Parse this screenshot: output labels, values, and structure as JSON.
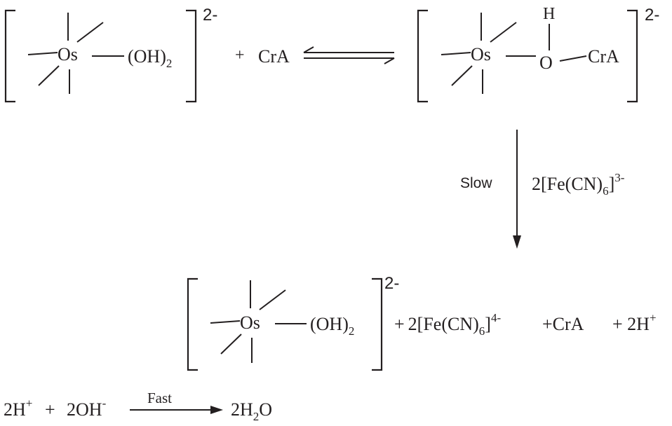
{
  "complex_1": {
    "metal": "Os",
    "ligand": "(OH)",
    "ligand_sub": "2",
    "charge": "2-"
  },
  "reaction_1": {
    "plus": "+",
    "reagent": "CrA"
  },
  "complex_2": {
    "metal": "Os",
    "h_atom": "H",
    "o_atom": "O",
    "group": "CrA",
    "charge": "2-"
  },
  "step_slow": {
    "label": "Slow",
    "reagent_prefix": "2[Fe(CN)",
    "reagent_sub": "6",
    "reagent_close": "]",
    "reagent_sup": "3-"
  },
  "complex_3": {
    "metal": "Os",
    "ligand": "(OH)",
    "ligand_sub": "2",
    "charge": "2-"
  },
  "products": {
    "plus_1": "+",
    "ferro_prefix": "2[Fe(CN)",
    "ferro_sub": "6",
    "ferro_close": "]",
    "ferro_sup": "4-",
    "cra": "+CrA",
    "plus_h": "+ 2H",
    "h_sup": "+"
  },
  "reaction_fast": {
    "h_coef": "2H",
    "h_sup": "+",
    "plus": "+",
    "oh_coef": "2OH",
    "oh_sup": "-",
    "label": "Fast",
    "product": "2H",
    "product_sub": "2",
    "product_end": "O"
  }
}
